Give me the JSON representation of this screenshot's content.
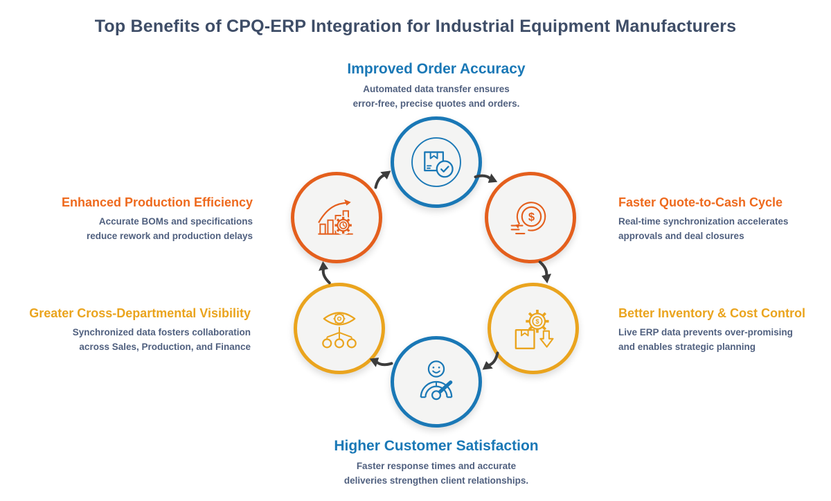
{
  "title": "Top Benefits of CPQ-ERP Integration for Industrial Equipment Manufacturers",
  "colors": {
    "blue": "#1a78b6",
    "orange": "#e45f1d",
    "orange_heading": "#ee6a1e",
    "gold": "#eaa41e",
    "title_navy": "#3e4d67",
    "description_text": "#50607f",
    "arrow_dark": "#3c3c3c",
    "circle_fill": "#f4f4f3"
  },
  "benefits": [
    {
      "id": "improved-order-accuracy",
      "icon": "package-check-icon",
      "color": "blue",
      "label": "Improved Order Accuracy",
      "desc_lines": [
        "Automated data transfer ensures",
        "error-free, precise quotes and orders."
      ]
    },
    {
      "id": "faster-quote-to-cash-cycle",
      "icon": "dollar-cycle-icon",
      "color": "orange",
      "label": "Faster Quote-to-Cash Cycle",
      "desc_lines": [
        "Real-time synchronization accelerates",
        "approvals and deal closures"
      ]
    },
    {
      "id": "better-inventory-cost-control",
      "icon": "inventory-cost-icon",
      "color": "gold",
      "label": "Better Inventory & Cost Control",
      "desc_lines": [
        "Live ERP data prevents over-promising",
        "and enables strategic planning"
      ]
    },
    {
      "id": "higher-customer-satisfaction",
      "icon": "satisfaction-gauge-icon",
      "color": "blue",
      "label": "Higher Customer Satisfaction",
      "desc_lines": [
        "Faster response times and accurate",
        "deliveries strengthen client relationships."
      ]
    },
    {
      "id": "greater-cross-departmental-visibility",
      "icon": "visibility-hierarchy-icon",
      "color": "gold",
      "label": "Greater Cross-Departmental Visibility",
      "desc_lines": [
        "Synchronized data fosters collaboration",
        "across Sales, Production, and Finance"
      ]
    },
    {
      "id": "enhanced-production-efficiency",
      "icon": "efficiency-chart-icon",
      "color": "orange",
      "label": "Enhanced Production Efficiency",
      "desc_lines": [
        "Accurate BOMs and specifications",
        "reduce rework and production delays"
      ]
    }
  ]
}
